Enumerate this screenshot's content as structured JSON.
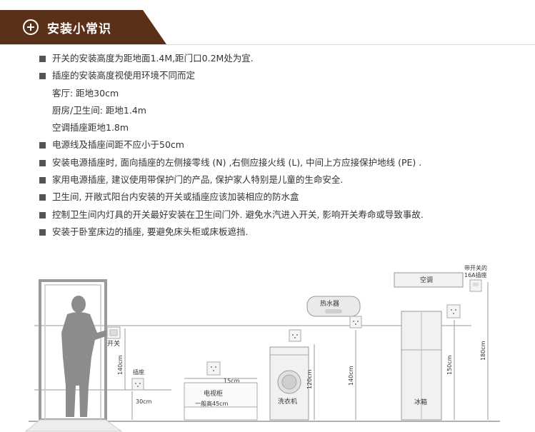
{
  "header": {
    "title": "安装小常识",
    "icon": "plus-circle-icon"
  },
  "tips": [
    {
      "bullet": true,
      "text": "开关的安装高度为距地面1.4M,距门口0.2M处为宜."
    },
    {
      "bullet": true,
      "text": "插座的安装高度视使用环境不同而定"
    },
    {
      "bullet": false,
      "text": "客厅: 距地30cm"
    },
    {
      "bullet": false,
      "text": "厨房/卫生间: 距地1.4m"
    },
    {
      "bullet": false,
      "text": "空调插座距地1.8m"
    },
    {
      "bullet": true,
      "text": "电源线及插座间距不应小于50cm"
    },
    {
      "bullet": true,
      "text": "安装电源插座时, 面向插座的左侧接零线 (N) ,右侧应接火线 (L), 中间上方应接保护地线 (PE) ."
    },
    {
      "bullet": true,
      "text": "家用电源插座, 建议使用带保护门的产品, 保护家人特别是儿童的生命安全."
    },
    {
      "bullet": true,
      "text": "卫生间, 开敞式阳台内安装的开关或插座应该加装相应的防水盒"
    },
    {
      "bullet": true,
      "text": "控制卫生间内灯具的开关最好安装在卫生间门外. 避免水汽进入开关, 影响开关寿命或导致事故."
    },
    {
      "bullet": true,
      "text": "安装于卧室床边的插座, 要避免床头柜或床板遮挡."
    }
  ],
  "diagram": {
    "switch_label": "开关",
    "socket_label": "插座",
    "h_140_a": "140cm",
    "h_30": "30cm",
    "tv_cabinet": "电视柜",
    "tv_height": "一般高45cm",
    "h_15": "15cm",
    "washer": "洗衣机",
    "h_120": "120cm",
    "water_heater": "热水器",
    "h_140_b": "140cm",
    "fridge": "冰箱",
    "h_150": "150cm",
    "ac": "空调",
    "ac_socket_line1": "带开关的",
    "ac_socket_line2": "16A插座",
    "h_180": "180cm"
  }
}
